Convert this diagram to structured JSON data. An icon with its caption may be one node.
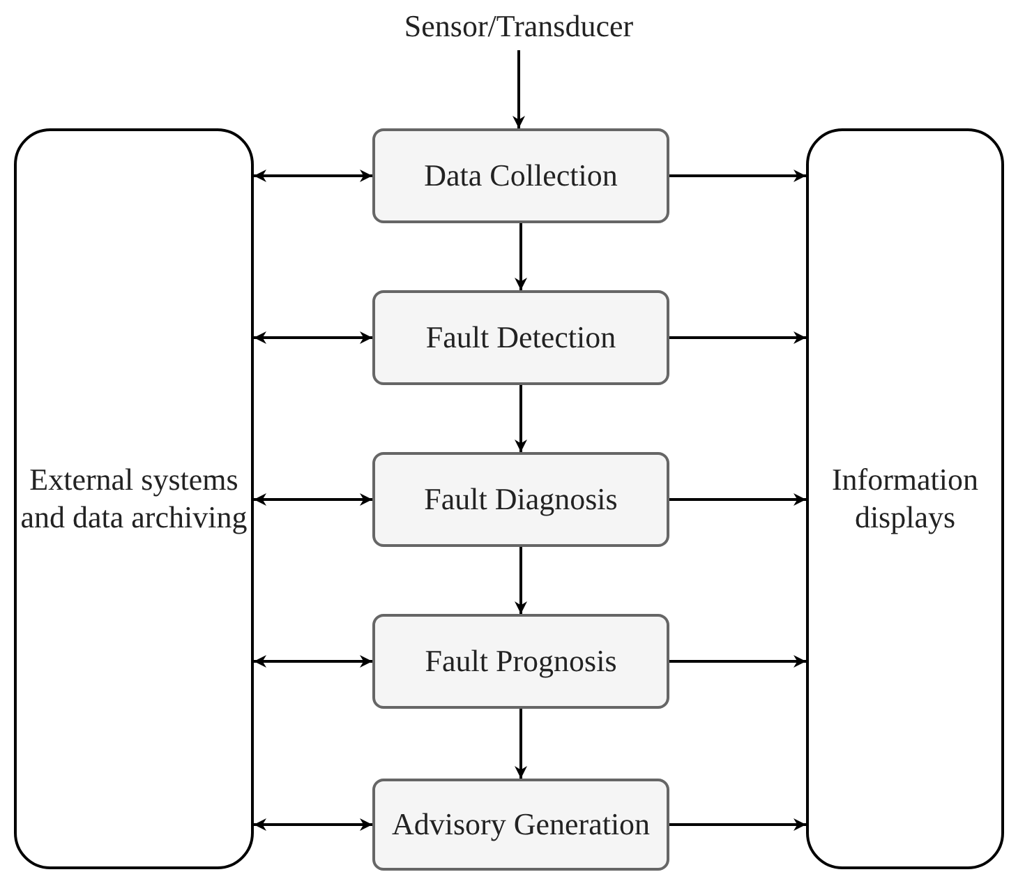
{
  "diagram": {
    "nodes": [
      {
        "text": [
          "Sensor/Transducer"
        ]
      },
      {
        "text": [
          "External systems and data archiving"
        ]
      },
      {
        "text": [
          "Data Collection"
        ]
      },
      {
        "text": [
          "Fault Detection"
        ]
      },
      {
        "text": [
          "Fault Diagnosis"
        ]
      },
      {
        "text": [
          "Fault Prognosis"
        ]
      },
      {
        "text": [
          "Advisory Generation"
        ]
      },
      {
        "text": [
          "Information displays"
        ]
      }
    ],
    "edges": [
      {
        "from": 0,
        "to": 2,
        "arrow": "to"
      },
      {
        "from": 2,
        "to": 3,
        "arrow": "to"
      },
      {
        "from": 3,
        "to": 4,
        "arrow": "to"
      },
      {
        "from": 4,
        "to": 5,
        "arrow": "to"
      },
      {
        "from": 5,
        "to": 6,
        "arrow": "to"
      },
      {
        "from": 1,
        "to": 2,
        "arrow": "both"
      },
      {
        "from": 1,
        "to": 3,
        "arrow": "both"
      },
      {
        "from": 1,
        "to": 4,
        "arrow": "both"
      },
      {
        "from": 1,
        "to": 5,
        "arrow": "both"
      },
      {
        "from": 1,
        "to": 6,
        "arrow": "both"
      },
      {
        "from": 2,
        "to": 7,
        "arrow": "to"
      },
      {
        "from": 3,
        "to": 7,
        "arrow": "to"
      },
      {
        "from": 4,
        "to": 7,
        "arrow": "to"
      },
      {
        "from": 5,
        "to": 7,
        "arrow": "to"
      },
      {
        "from": 6,
        "to": 7,
        "arrow": "to"
      }
    ]
  }
}
